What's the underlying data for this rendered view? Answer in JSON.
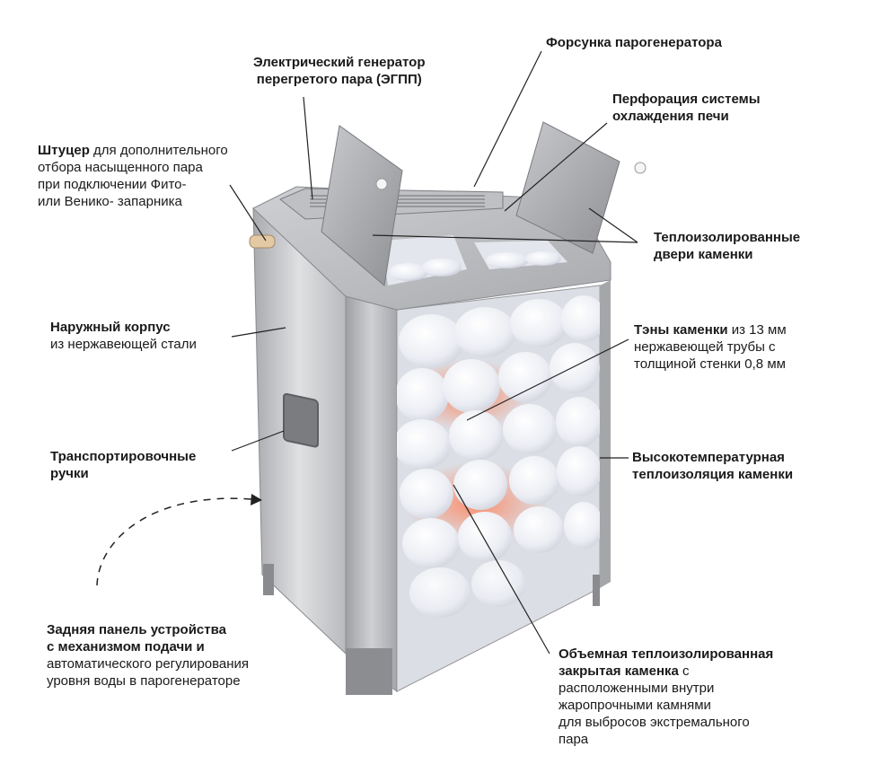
{
  "labels": {
    "nozzle": {
      "bold": "Форсунка парогенератора"
    },
    "generator": {
      "bold_line1": "Электрический генератор",
      "bold_line2": "перегретого пара (ЭГПП)"
    },
    "perforation": {
      "bold_line1": "Перфорация системы",
      "bold_line2": "охлаждения печи"
    },
    "fitting": {
      "bold": "Штуцер",
      "line1_rest": " для дополнительного",
      "line2": "отбора насыщенного пара",
      "line3": "при подключении Фито-",
      "line4": "или Венико- запарника"
    },
    "doors": {
      "bold_line1": "Теплоизолированные",
      "bold_line2": "двери каменки"
    },
    "body": {
      "bold": "Наружный корпус",
      "line2": "из нержавеющей стали"
    },
    "heaters": {
      "bold": "Тэны каменки",
      "line1_rest": " из 13 мм",
      "line2": "нержавеющей трубы с",
      "line3": "толщиной стенки 0,8 мм"
    },
    "handles": {
      "bold_line1": "Транспортировочные",
      "bold_line2": "ручки"
    },
    "insulation": {
      "bold_line1": "Высокотемпературная",
      "bold_line2": "теплоизоляция каменки"
    },
    "back_panel": {
      "bold_line1": "Задняя панель устройства",
      "bold_line2": "с механизмом подачи и",
      "line3": "автоматического регулирования",
      "line4": "уровня воды в парогенераторе"
    },
    "chamber": {
      "bold_line1": "Объемная теплоизолированная",
      "bold_line2": "закрытая каменка",
      "line2_rest": " с",
      "line3": "расположенными внутри",
      "line4": "жаропрочными камнями",
      "line5": "для выбросов экстремального",
      "line6": "пара"
    }
  },
  "colors": {
    "steel_light": "#d9d9db",
    "steel_mid": "#b4b5b8",
    "steel_dark": "#8d8e92",
    "stone": "#eef0f6",
    "glow": "#ff7a4a"
  }
}
